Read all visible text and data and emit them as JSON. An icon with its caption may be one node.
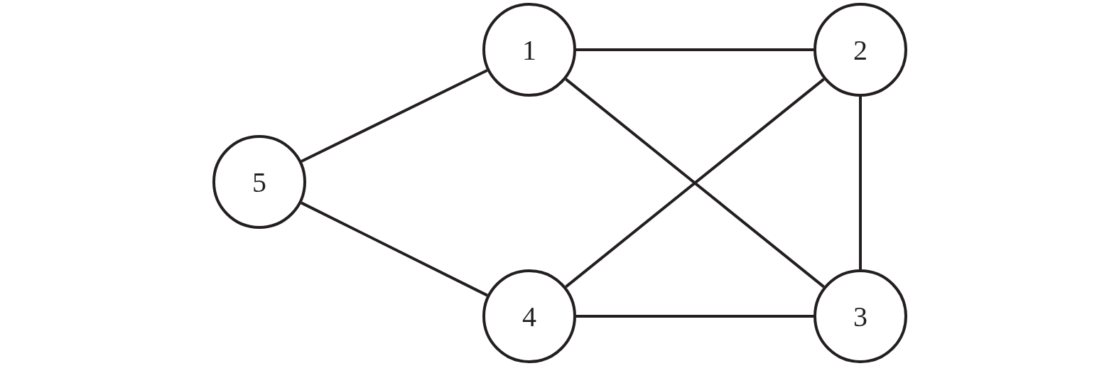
{
  "diagram": {
    "nodes": [
      {
        "text": [
          "1"
        ]
      },
      {
        "text": [
          "2"
        ]
      },
      {
        "text": [
          "5"
        ]
      },
      {
        "text": [
          "4"
        ]
      },
      {
        "text": [
          "3"
        ]
      }
    ],
    "edges": [
      {
        "from": 2,
        "to": 0,
        "arrow": "none"
      },
      {
        "from": 0,
        "to": 1,
        "arrow": "none"
      },
      {
        "from": 0,
        "to": 4,
        "arrow": "none"
      },
      {
        "from": 1,
        "to": 3,
        "arrow": "none"
      },
      {
        "from": 1,
        "to": 4,
        "arrow": "none"
      },
      {
        "from": 2,
        "to": 3,
        "arrow": "none"
      },
      {
        "from": 3,
        "to": 4,
        "arrow": "none"
      }
    ]
  }
}
